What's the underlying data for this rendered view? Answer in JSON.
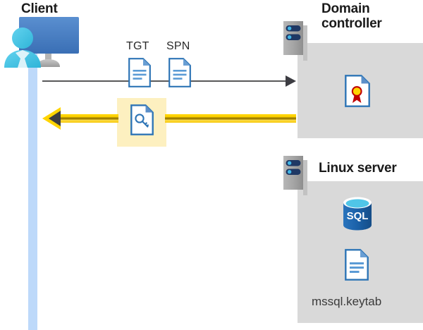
{
  "diagram": {
    "title": "Kerberos authentication flow: Client, Domain controller, Linux server",
    "type": "sequence-diagram"
  },
  "client": {
    "title": "Client",
    "icon": "client-computer-user-icon",
    "lifeline_color": "#bdd9fa"
  },
  "messages": {
    "request": {
      "tgt_label": "TGT",
      "spn_label": "SPN",
      "tgt_icon": "document-icon",
      "spn_icon": "document-icon",
      "line_color": "#58585a",
      "direction": "client-to-domain-controller"
    },
    "response": {
      "icon": "key-document-icon",
      "highlight_color": "#fdf0c0",
      "line_color": "#ffd400",
      "direction": "domain-controller-to-client"
    }
  },
  "domain_controller": {
    "title": "Domain\ncontroller",
    "title_line1": "Domain",
    "title_line2": "controller",
    "server_icon": "server-rack-icon",
    "panel_color": "#d9d9d9",
    "contents": [
      {
        "icon": "certificate-document-icon",
        "name": "certificate"
      }
    ]
  },
  "linux_server": {
    "title": "Linux server",
    "server_icon": "server-rack-icon",
    "panel_color": "#d9d9d9",
    "contents": [
      {
        "icon": "sql-database-icon",
        "name": "SQL",
        "label": "SQL"
      },
      {
        "icon": "keytab-document-icon",
        "name": "keytab-file",
        "label": "mssql.keytab"
      }
    ],
    "keytab_label": "mssql.keytab"
  },
  "colors": {
    "accent_blue": "#2e75b6",
    "light_blue": "#bdd9fa",
    "panel_gray": "#d9d9d9",
    "highlight_yellow": "#fdf0c0",
    "arrow_yellow": "#ffd400",
    "arrow_gray": "#58585a",
    "sql_blue": "#1b61a8"
  }
}
